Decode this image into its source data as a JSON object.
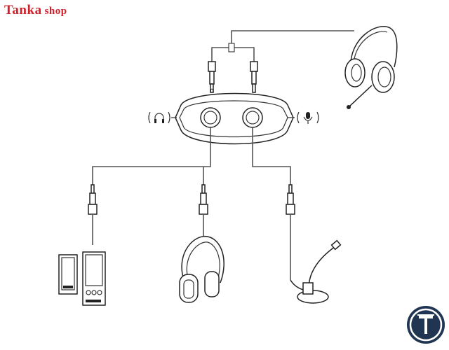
{
  "brand": {
    "word1": "Tanka",
    "word2": "shop",
    "color": "#d0202a"
  },
  "badge": {
    "icon": "t-monogram-icon",
    "color": "#1f3552"
  },
  "icons": {
    "headphone": "headphone-icon",
    "microphone": "microphone-icon"
  },
  "devices": [
    "headset-with-mic",
    "adapter-hub",
    "desktop-speakers",
    "over-ear-headphones",
    "desk-microphone"
  ]
}
